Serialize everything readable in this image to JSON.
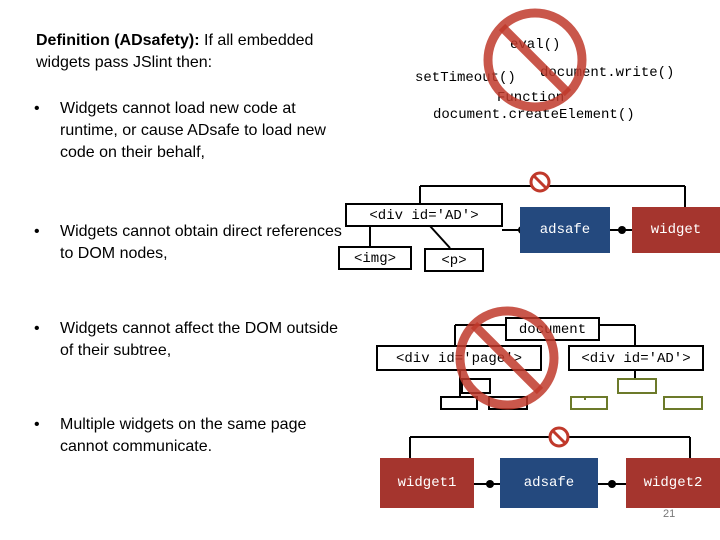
{
  "definition": {
    "title": "Definition (ADsafety):",
    "text": "If all embedded widgets pass JSlint then:"
  },
  "bullets": [
    "Widgets cannot load new code at runtime, or cause ADsafe to load new code on their behalf,",
    "Widgets cannot obtain direct references to DOM nodes,",
    "Widgets cannot affect the DOM outside of their subtree,",
    "Multiple widgets on the same page cannot communicate."
  ],
  "bullet_char": "•",
  "code_terms": {
    "eval": "eval()",
    "settimeout": "setTimeout()",
    "docwrite": "document.write()",
    "function": "Function",
    "createelement": "document.createElement()"
  },
  "tree1": {
    "div": "<div id='AD'>",
    "img": "<img>",
    "p": "<p>",
    "adsafe": "adsafe",
    "widget": "widget"
  },
  "tree2": {
    "document": "document",
    "div_page": "<div id='page'>",
    "div_ad": "<div id='AD'>"
  },
  "tree3": {
    "widget1": "widget1",
    "adsafe": "adsafe",
    "widget2": "widget2"
  },
  "page_number": "21",
  "colors": {
    "prohibition": "#c0392b",
    "widget_red": "#a5352e",
    "adsafe_blue": "#24497e",
    "node_green": "#6c7a2a"
  },
  "icons": [
    "no-symbol-icon",
    "blocked-link-icon"
  ]
}
